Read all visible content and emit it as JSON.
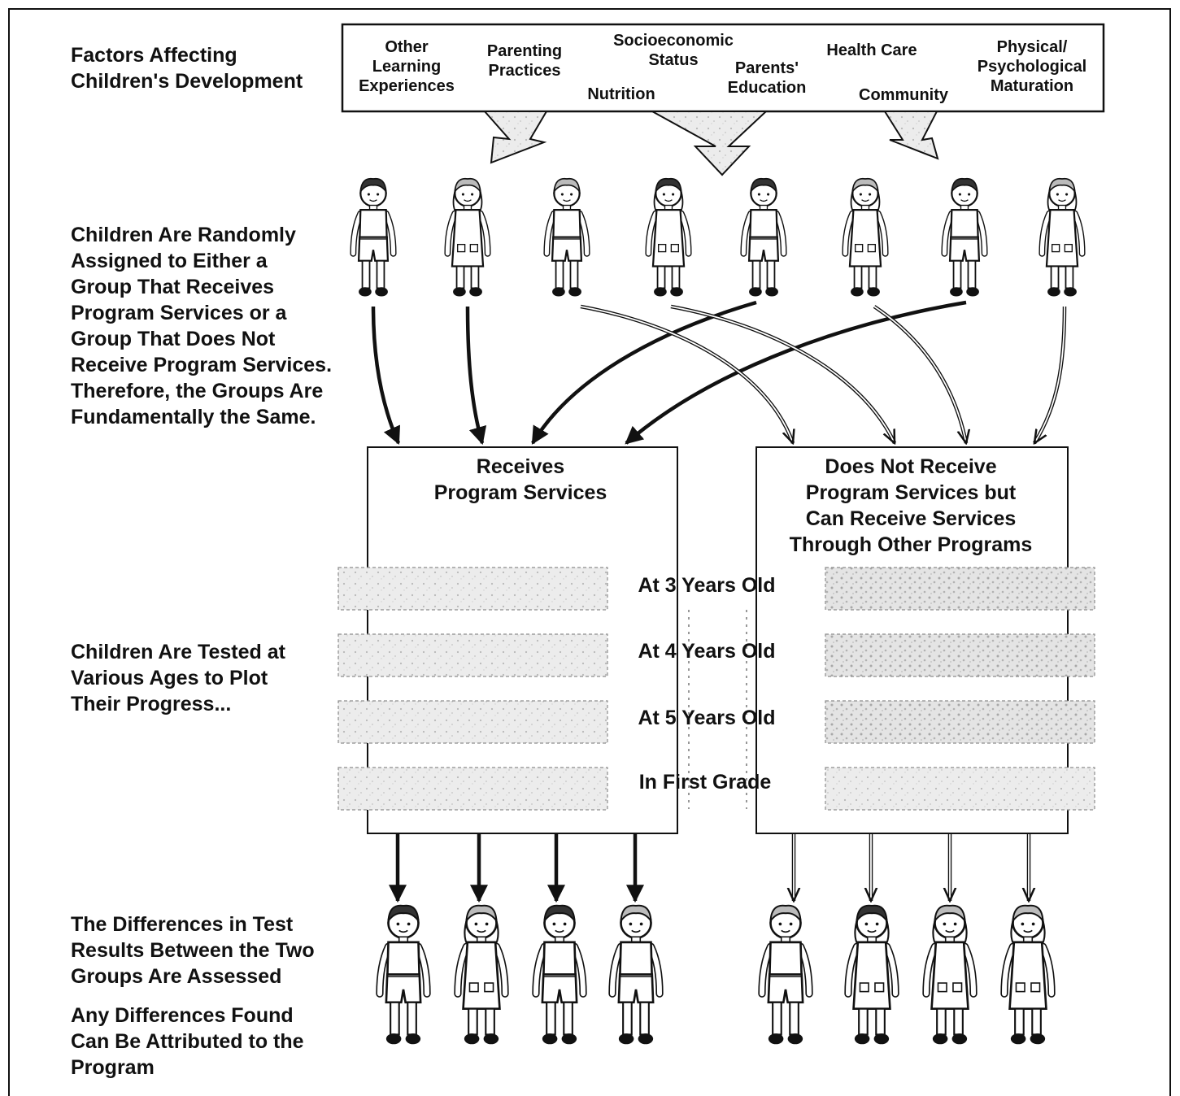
{
  "left_labels": {
    "factors": [
      "Factors Affecting",
      "Children's Development"
    ],
    "assignment": [
      "Children Are Randomly",
      "Assigned to Either a",
      "Group That Receives",
      "Program Services or a",
      "Group That Does Not",
      "Receive Program Services.",
      "Therefore, the Groups Are",
      "Fundamentally the Same."
    ],
    "testing": [
      "Children Are Tested at",
      "Various Ages to Plot",
      "Their Progress..."
    ],
    "differences": [
      "The Differences in Test",
      "Results Between the Two",
      "Groups Are Assessed"
    ],
    "attribution": [
      "Any Differences Found",
      "Can Be Attributed to the",
      "Program"
    ]
  },
  "factors": [
    {
      "lines": [
        "Other",
        "Learning",
        "Experiences"
      ]
    },
    {
      "lines": [
        "Parenting",
        "Practices"
      ]
    },
    {
      "lines": [
        "Nutrition"
      ]
    },
    {
      "lines": [
        "Socioeconomic",
        "Status"
      ]
    },
    {
      "lines": [
        "Parents'",
        "Education"
      ]
    },
    {
      "lines": [
        "Health Care"
      ]
    },
    {
      "lines": [
        "Community"
      ]
    },
    {
      "lines": [
        "Physical/",
        "Psychological",
        "Maturation"
      ]
    }
  ],
  "groups": {
    "program": {
      "title": [
        "Receives",
        "Program Services"
      ]
    },
    "control": {
      "title": [
        "Does Not Receive",
        "Program Services but",
        "Can Receive Services",
        "Through Other Programs"
      ]
    }
  },
  "test_points": [
    "At 3 Years Old",
    "At 4 Years Old",
    "At 5 Years Old",
    "In First Grade"
  ],
  "colors": {
    "ink": "#111111",
    "test_band": "#e2e2e2",
    "arrow_fill_light": "#dcdcdc"
  }
}
